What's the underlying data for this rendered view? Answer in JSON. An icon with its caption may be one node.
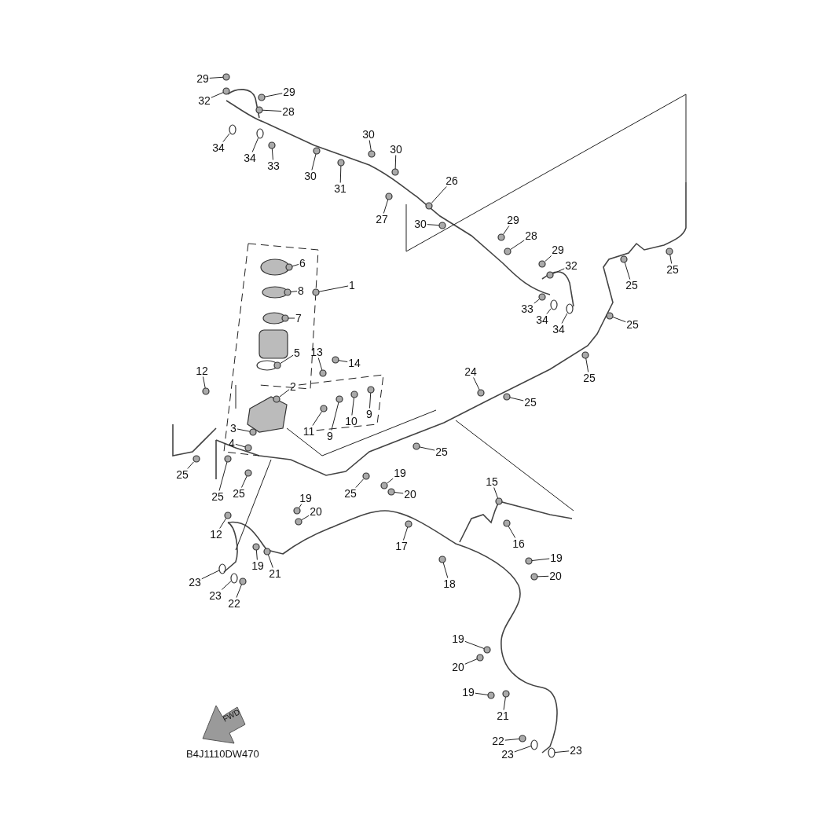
{
  "diagram": {
    "nodes": [
      {
        "text": [
          "29"
        ]
      },
      {
        "text": [
          "32"
        ]
      },
      {
        "text": [
          "29"
        ]
      },
      {
        "text": [
          "28"
        ]
      },
      {
        "text": [
          "34"
        ]
      },
      {
        "text": [
          "34"
        ]
      },
      {
        "text": [
          "33"
        ]
      },
      {
        "text": [
          "30"
        ]
      },
      {
        "text": [
          "31"
        ]
      },
      {
        "text": [
          "30"
        ]
      },
      {
        "text": [
          "30"
        ]
      },
      {
        "text": [
          "26"
        ]
      },
      {
        "text": [
          "27"
        ]
      },
      {
        "text": [
          "30"
        ]
      },
      {
        "text": [
          "29"
        ]
      },
      {
        "text": [
          "28"
        ]
      },
      {
        "text": [
          "29"
        ]
      },
      {
        "text": [
          "32"
        ]
      },
      {
        "text": [
          "33"
        ]
      },
      {
        "text": [
          "34"
        ]
      },
      {
        "text": [
          "34"
        ]
      },
      {
        "text": [
          "25"
        ]
      },
      {
        "text": [
          "25"
        ]
      },
      {
        "text": [
          "25"
        ]
      },
      {
        "text": [
          "25"
        ]
      },
      {
        "text": [
          "25"
        ]
      },
      {
        "text": [
          "24"
        ]
      },
      {
        "text": [
          "25"
        ]
      },
      {
        "text": [
          "6"
        ]
      },
      {
        "text": [
          "8"
        ]
      },
      {
        "text": [
          "7"
        ]
      },
      {
        "text": [
          "1"
        ]
      },
      {
        "text": [
          "5"
        ]
      },
      {
        "text": [
          "13"
        ]
      },
      {
        "text": [
          "14"
        ]
      },
      {
        "text": [
          "12"
        ]
      },
      {
        "text": [
          "2"
        ]
      },
      {
        "text": [
          "3"
        ]
      },
      {
        "text": [
          "4"
        ]
      },
      {
        "text": [
          "11"
        ]
      },
      {
        "text": [
          "9"
        ]
      },
      {
        "text": [
          "10"
        ]
      },
      {
        "text": [
          "9"
        ]
      },
      {
        "text": [
          "25"
        ]
      },
      {
        "text": [
          "25"
        ]
      },
      {
        "text": [
          "25"
        ]
      },
      {
        "text": [
          "25"
        ]
      },
      {
        "text": [
          "19"
        ]
      },
      {
        "text": [
          "20"
        ]
      },
      {
        "text": [
          "19"
        ]
      },
      {
        "text": [
          "20"
        ]
      },
      {
        "text": [
          "12"
        ]
      },
      {
        "text": [
          "17"
        ]
      },
      {
        "text": [
          "15"
        ]
      },
      {
        "text": [
          "16"
        ]
      },
      {
        "text": [
          "19"
        ]
      },
      {
        "text": [
          "21"
        ]
      },
      {
        "text": [
          "23"
        ]
      },
      {
        "text": [
          "23"
        ]
      },
      {
        "text": [
          "22"
        ]
      },
      {
        "text": [
          "18"
        ]
      },
      {
        "text": [
          "19"
        ]
      },
      {
        "text": [
          "20"
        ]
      },
      {
        "text": [
          "19"
        ]
      },
      {
        "text": [
          "20"
        ]
      },
      {
        "text": [
          "19"
        ]
      },
      {
        "text": [
          "21"
        ]
      },
      {
        "text": [
          "22"
        ]
      },
      {
        "text": [
          "23"
        ]
      },
      {
        "text": [
          "23"
        ]
      },
      {
        "text": [],
        "shape": "circle"
      },
      {
        "text": [],
        "shape": "circle"
      },
      {
        "text": [],
        "shape": "circle"
      },
      {
        "text": [],
        "shape": "circle"
      },
      {
        "text": [],
        "shape": "circle"
      },
      {
        "text": [],
        "shape": "circle"
      },
      {
        "text": [],
        "shape": "circle"
      },
      {
        "text": [],
        "shape": "circle"
      },
      {
        "text": [],
        "shape": "circle"
      },
      {
        "text": [],
        "shape": "circle"
      },
      {
        "text": [],
        "shape": "circle"
      },
      {
        "text": [],
        "shape": "circle"
      },
      {
        "text": [],
        "shape": "circle"
      },
      {
        "text": [],
        "shape": "circle"
      },
      {
        "text": [],
        "shape": "circle"
      },
      {
        "text": [],
        "shape": "circle"
      },
      {
        "text": [],
        "shape": "circle"
      },
      {
        "text": [],
        "shape": "circle"
      },
      {
        "text": [],
        "shape": "circle"
      },
      {
        "text": [],
        "shape": "circle"
      },
      {
        "text": [],
        "shape": "circle"
      },
      {
        "text": [],
        "shape": "circle"
      },
      {
        "text": [],
        "shape": "circle"
      },
      {
        "text": [],
        "shape": "circle"
      },
      {
        "text": [],
        "shape": "circle"
      },
      {
        "text": [],
        "shape": "circle"
      },
      {
        "text": [],
        "shape": "circle"
      },
      {
        "text": [],
        "shape": "circle"
      },
      {
        "text": [],
        "shape": "circle"
      },
      {
        "text": [],
        "shape": "circle"
      },
      {
        "text": [],
        "shape": "circle"
      },
      {
        "text": [],
        "shape": "circle"
      },
      {
        "text": [],
        "shape": "circle"
      },
      {
        "text": [],
        "shape": "circle"
      },
      {
        "text": [],
        "shape": "circle"
      },
      {
        "text": [],
        "shape": "circle"
      },
      {
        "text": [],
        "shape": "circle"
      },
      {
        "text": [],
        "shape": "circle"
      },
      {
        "text": [],
        "shape": "circle"
      },
      {
        "text": [],
        "shape": "circle"
      },
      {
        "text": [],
        "shape": "circle"
      },
      {
        "text": [],
        "shape": "circle"
      },
      {
        "text": [],
        "shape": "circle"
      },
      {
        "text": [],
        "shape": "circle"
      },
      {
        "text": [],
        "shape": "circle"
      },
      {
        "text": [],
        "shape": "circle"
      },
      {
        "text": [],
        "shape": "circle"
      },
      {
        "text": [],
        "shape": "circle"
      },
      {
        "text": [],
        "shape": "circle"
      },
      {
        "text": [],
        "shape": "circle"
      },
      {
        "text": [],
        "shape": "circle"
      },
      {
        "text": [],
        "shape": "circle"
      },
      {
        "text": [],
        "shape": "circle"
      },
      {
        "text": [],
        "shape": "circle"
      },
      {
        "text": [],
        "shape": "circle"
      },
      {
        "text": [],
        "shape": "circle"
      },
      {
        "text": [],
        "shape": "circle"
      },
      {
        "text": [],
        "shape": "circle"
      },
      {
        "text": [],
        "shape": "circle"
      },
      {
        "text": [],
        "shape": "circle"
      },
      {
        "text": [],
        "shape": "circle"
      },
      {
        "text": [],
        "shape": "circle"
      },
      {
        "text": [],
        "shape": "circle"
      },
      {
        "text": [],
        "shape": "circle"
      },
      {
        "text": [],
        "shape": "circle"
      },
      {
        "text": [],
        "shape": "circle"
      },
      {
        "text": [],
        "shape": "circle"
      },
      {
        "text": [],
        "shape": "circle"
      },
      {
        "text": [],
        "shape": "circle"
      },
      {
        "text": [],
        "shape": "circle"
      }
    ],
    "edges": [
      {
        "from": 0,
        "to": 70,
        "arrow": "none"
      },
      {
        "from": 1,
        "to": 71,
        "arrow": "none"
      },
      {
        "from": 2,
        "to": 72,
        "arrow": "none"
      },
      {
        "from": 3,
        "to": 73,
        "arrow": "none"
      },
      {
        "from": 4,
        "to": 74,
        "arrow": "none"
      },
      {
        "from": 5,
        "to": 75,
        "arrow": "none"
      },
      {
        "from": 6,
        "to": 76,
        "arrow": "none"
      },
      {
        "from": 7,
        "to": 77,
        "arrow": "none"
      },
      {
        "from": 8,
        "to": 78,
        "arrow": "none"
      },
      {
        "from": 9,
        "to": 79,
        "arrow": "none"
      },
      {
        "from": 10,
        "to": 80,
        "arrow": "none"
      },
      {
        "from": 11,
        "to": 81,
        "arrow": "none"
      },
      {
        "from": 12,
        "to": 82,
        "arrow": "none"
      },
      {
        "from": 13,
        "to": 83,
        "arrow": "none"
      },
      {
        "from": 14,
        "to": 84,
        "arrow": "none"
      },
      {
        "from": 15,
        "to": 85,
        "arrow": "none"
      },
      {
        "from": 16,
        "to": 86,
        "arrow": "none"
      },
      {
        "from": 17,
        "to": 87,
        "arrow": "none"
      },
      {
        "from": 18,
        "to": 88,
        "arrow": "none"
      },
      {
        "from": 19,
        "to": 89,
        "arrow": "none"
      },
      {
        "from": 20,
        "to": 90,
        "arrow": "none"
      },
      {
        "from": 21,
        "to": 91,
        "arrow": "none"
      },
      {
        "from": 22,
        "to": 92,
        "arrow": "none"
      },
      {
        "from": 23,
        "to": 93,
        "arrow": "none"
      },
      {
        "from": 24,
        "to": 94,
        "arrow": "none"
      },
      {
        "from": 25,
        "to": 95,
        "arrow": "none"
      },
      {
        "from": 26,
        "to": 96,
        "arrow": "none"
      },
      {
        "from": 27,
        "to": 97,
        "arrow": "none"
      },
      {
        "from": 28,
        "to": 98,
        "arrow": "none"
      },
      {
        "from": 29,
        "to": 99,
        "arrow": "none"
      },
      {
        "from": 30,
        "to": 100,
        "arrow": "none"
      },
      {
        "from": 31,
        "to": 101,
        "arrow": "none"
      },
      {
        "from": 32,
        "to": 102,
        "arrow": "none"
      },
      {
        "from": 33,
        "to": 103,
        "arrow": "none"
      },
      {
        "from": 34,
        "to": 104,
        "arrow": "none"
      },
      {
        "from": 35,
        "to": 105,
        "arrow": "none"
      },
      {
        "from": 36,
        "to": 106,
        "arrow": "none"
      },
      {
        "from": 37,
        "to": 107,
        "arrow": "none"
      },
      {
        "from": 38,
        "to": 108,
        "arrow": "none"
      },
      {
        "from": 39,
        "to": 109,
        "arrow": "none"
      },
      {
        "from": 40,
        "to": 110,
        "arrow": "none"
      },
      {
        "from": 41,
        "to": 111,
        "arrow": "none"
      },
      {
        "from": 42,
        "to": 112,
        "arrow": "none"
      },
      {
        "from": 43,
        "to": 113,
        "arrow": "none"
      },
      {
        "from": 44,
        "to": 114,
        "arrow": "none"
      },
      {
        "from": 45,
        "to": 115,
        "arrow": "none"
      },
      {
        "from": 46,
        "to": 116,
        "arrow": "none"
      },
      {
        "from": 47,
        "to": 117,
        "arrow": "none"
      },
      {
        "from": 48,
        "to": 118,
        "arrow": "none"
      },
      {
        "from": 49,
        "to": 119,
        "arrow": "none"
      },
      {
        "from": 50,
        "to": 120,
        "arrow": "none"
      },
      {
        "from": 51,
        "to": 121,
        "arrow": "none"
      },
      {
        "from": 52,
        "to": 122,
        "arrow": "none"
      },
      {
        "from": 53,
        "to": 123,
        "arrow": "none"
      },
      {
        "from": 54,
        "to": 124,
        "arrow": "none"
      },
      {
        "from": 55,
        "to": 125,
        "arrow": "none"
      },
      {
        "from": 56,
        "to": 126,
        "arrow": "none"
      },
      {
        "from": 57,
        "to": 127,
        "arrow": "none"
      },
      {
        "from": 58,
        "to": 128,
        "arrow": "none"
      },
      {
        "from": 59,
        "to": 129,
        "arrow": "none"
      },
      {
        "from": 60,
        "to": 130,
        "arrow": "none"
      },
      {
        "from": 61,
        "to": 131,
        "arrow": "none"
      },
      {
        "from": 62,
        "to": 132,
        "arrow": "none"
      },
      {
        "from": 63,
        "to": 133,
        "arrow": "none"
      },
      {
        "from": 64,
        "to": 134,
        "arrow": "none"
      },
      {
        "from": 65,
        "to": 135,
        "arrow": "none"
      },
      {
        "from": 66,
        "to": 136,
        "arrow": "none"
      },
      {
        "from": 67,
        "to": 137,
        "arrow": "none"
      },
      {
        "from": 68,
        "to": 138,
        "arrow": "none"
      },
      {
        "from": 69,
        "to": 139,
        "arrow": "none"
      }
    ],
    "labels": [
      "FWD",
      "B4J1110DW470"
    ]
  }
}
